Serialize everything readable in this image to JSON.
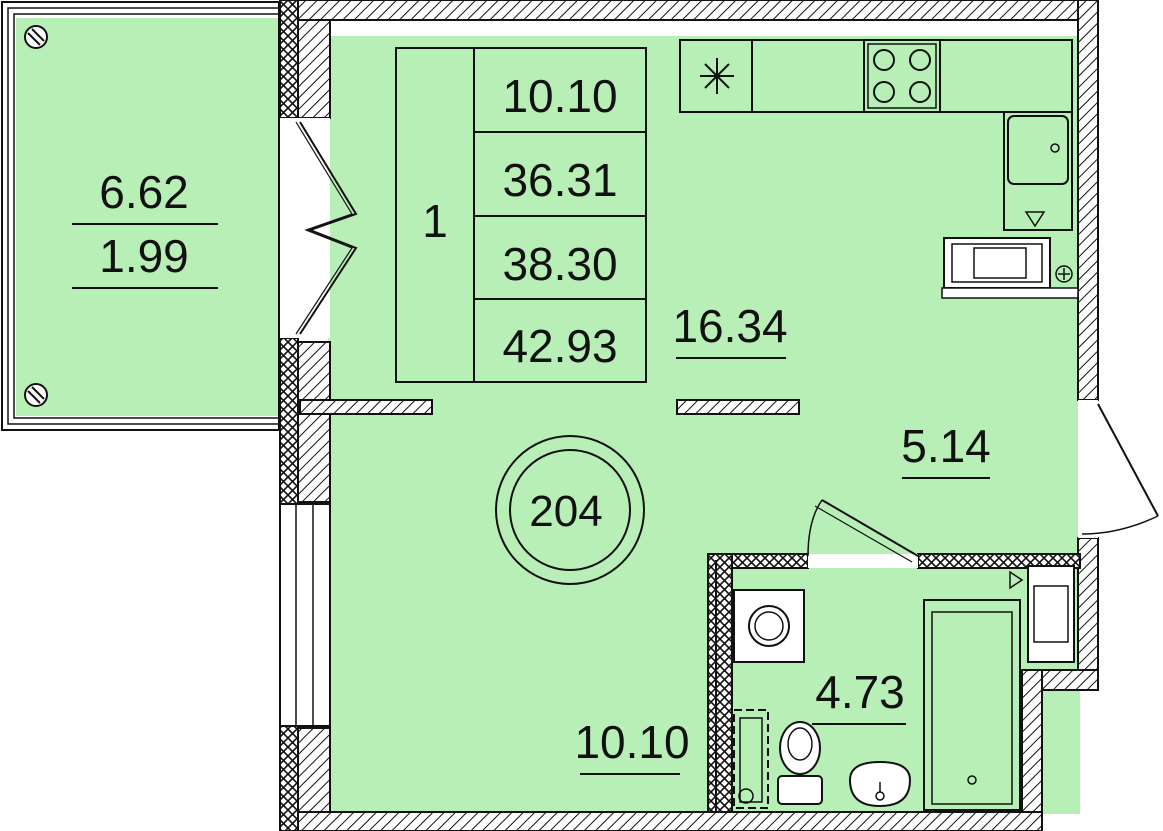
{
  "apartment_number": "204",
  "rooms_count": "1",
  "summary": {
    "living_area": "10.10",
    "total_area": "36.31",
    "total_with_balcony": "38.30",
    "total_full": "42.93"
  },
  "balcony": {
    "area": "6.62",
    "reduced_area": "1.99"
  },
  "rooms": {
    "kitchen_living": "16.34",
    "hallway": "5.14",
    "bathroom": "4.73",
    "living_room": "10.10"
  },
  "colors": {
    "floor": "#b8efb6",
    "line": "#111111"
  }
}
